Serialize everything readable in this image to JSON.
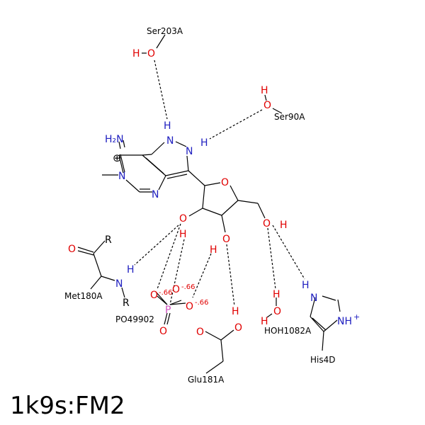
{
  "title": "1k9s:FM2",
  "residues": {
    "ser203": "Ser203A",
    "ser90": "Ser90A",
    "met180": "Met180A",
    "po4": "PO49902",
    "glu181": "Glu181A",
    "hoh1082": "HOH1082A",
    "his4": "His4D"
  },
  "atoms": {
    "O": "O",
    "N": "N",
    "H": "H",
    "R": "R",
    "P": "P",
    "H2N": "H₂N",
    "NH_plus": "NH",
    "plus": "+",
    "oplus": "⊕"
  },
  "charges": {
    "po4_o1": "-.66",
    "po4_o2": "-.66",
    "po4_o3": "-.66"
  },
  "colors": {
    "oxygen": "#e00000",
    "nitrogen": "#2020c0",
    "bond": "#000000"
  }
}
